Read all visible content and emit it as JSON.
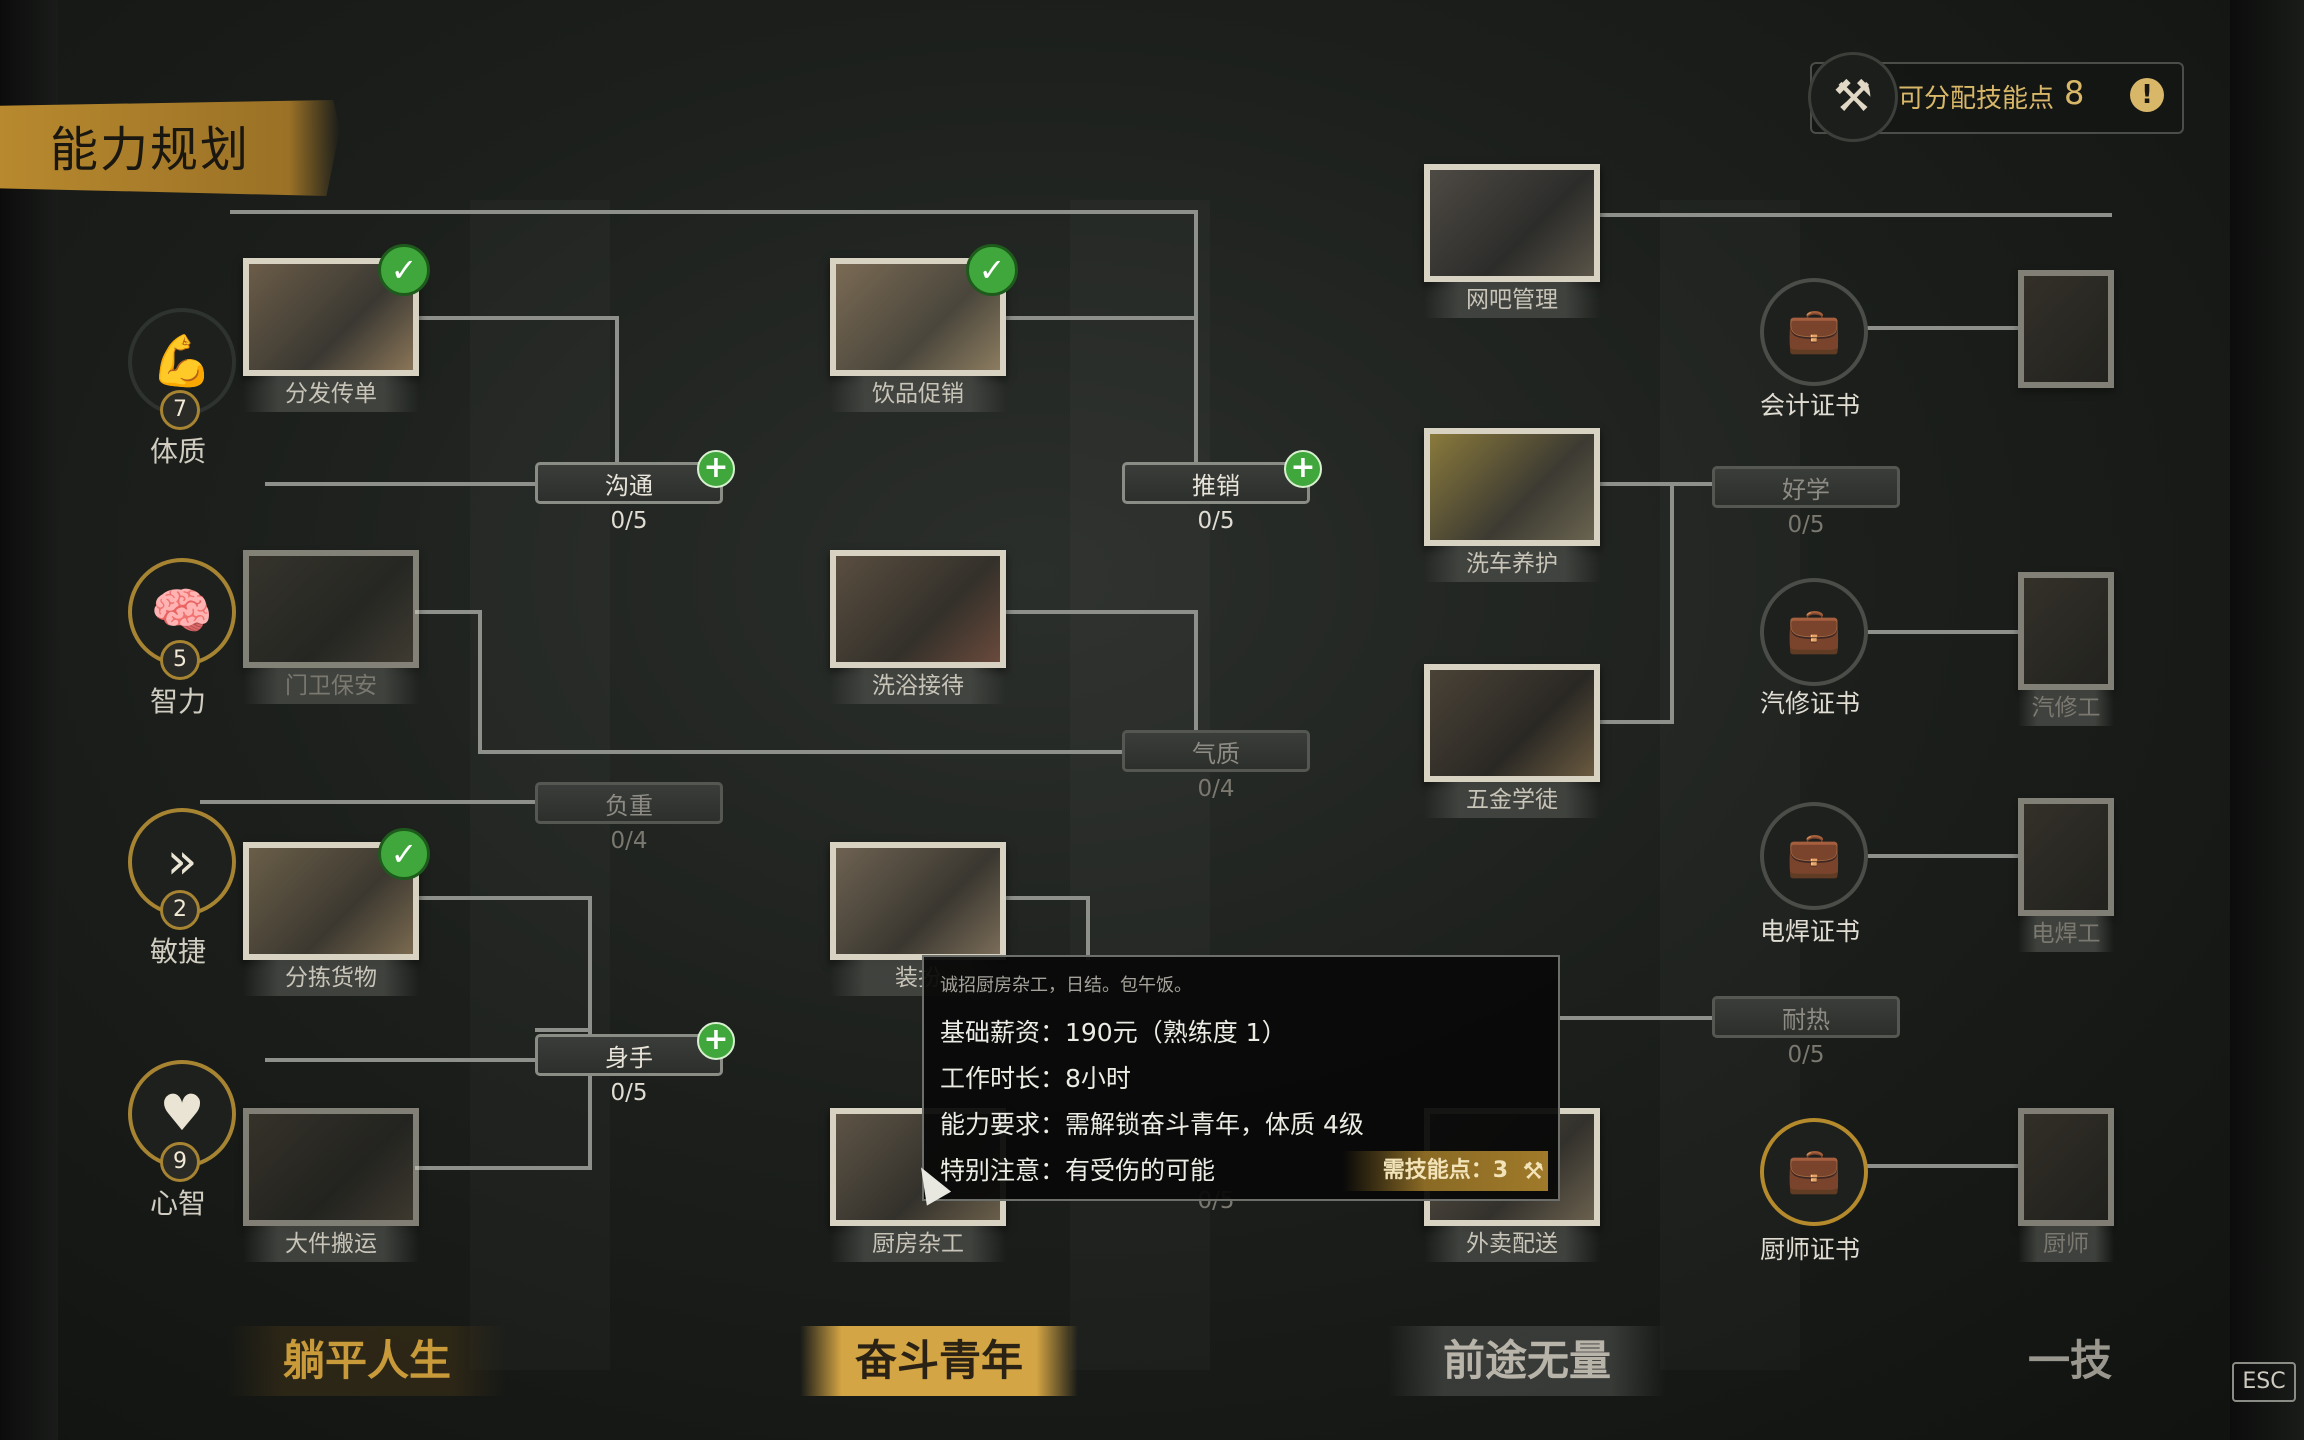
{
  "title": "能力规划",
  "skill_points": {
    "label": "可分配技能点",
    "value": "8"
  },
  "attributes": [
    {
      "label": "体质",
      "level": "7"
    },
    {
      "label": "智力",
      "level": "5"
    },
    {
      "label": "敏捷",
      "level": "2"
    },
    {
      "label": "心智",
      "level": "9"
    }
  ],
  "jobs": {
    "flyer": "分发传单",
    "gatekeeper": "门卫保安",
    "sorting": "分拣货物",
    "moving": "大件搬运",
    "drinks": "饮品促销",
    "bath": "洗浴接待",
    "costume": "装扮",
    "kitchen": "厨房杂工",
    "netcafe": "网吧管理",
    "carwash": "洗车养护",
    "hardware": "五金学徒",
    "delivery": "外卖配送"
  },
  "skills": {
    "communication": {
      "label": "沟通",
      "count": "0/5"
    },
    "load": {
      "label": "负重",
      "count": "0/4"
    },
    "dexterity": {
      "label": "身手",
      "count": "0/5"
    },
    "sales": {
      "label": "推销",
      "count": "0/5"
    },
    "temperament": {
      "label": "气质",
      "count": "0/4"
    },
    "studious": {
      "label": "好学",
      "count": "0/5"
    },
    "heat": {
      "label": "耐热",
      "count": "0/5"
    },
    "hidden_count": "0/5"
  },
  "certificates": {
    "accounting": "会计证书",
    "auto_repair": "汽修证书",
    "welding": "电焊证书",
    "chef": "厨师证书"
  },
  "right_jobs": {
    "auto": "汽修工",
    "welder": "电焊工",
    "chef": "厨师"
  },
  "eras": [
    "躺平人生",
    "奋斗青年",
    "前途无量",
    "一技"
  ],
  "tooltip": {
    "intro": "诚招厨房杂工，日结。包午饭。",
    "salary": "基础薪资：190元（熟练度 1）",
    "hours": "工作时长：8小时",
    "requirement": "能力要求：需解锁奋斗青年，体质 4级",
    "note": "特别注意：有受伤的可能",
    "cost": "需技能点：3"
  },
  "esc": "ESC",
  "icons": {
    "strength": "flexed-arm-icon",
    "intelligence": "brain-icon",
    "agility": "speed-chevron-icon",
    "mind": "heart-icon",
    "skill_points": "tools-icon",
    "certificate": "briefcase-icon"
  },
  "colors": {
    "accent": "#d4a544",
    "check": "#3fa73b",
    "line": "#8e918b"
  }
}
